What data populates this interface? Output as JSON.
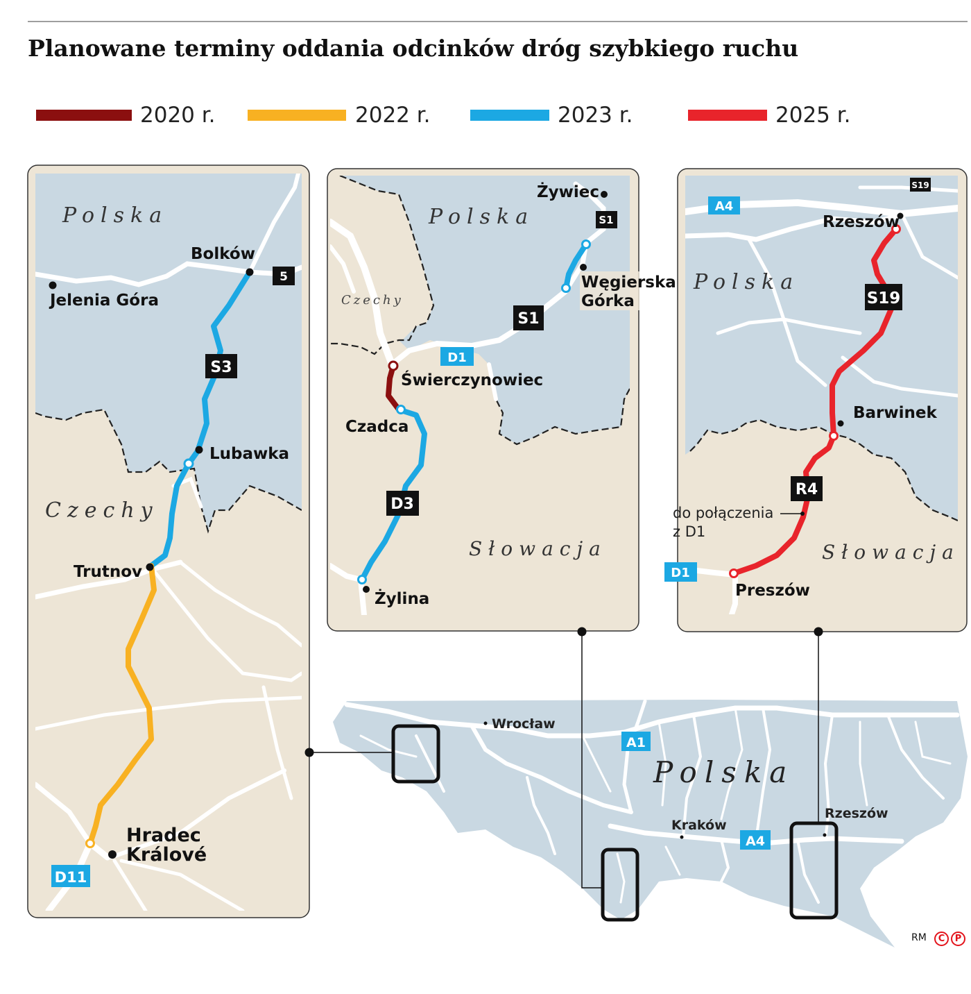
{
  "title": "Planowane terminy oddania odcinków dróg szybkiego ruchu",
  "legend": [
    {
      "label": "2020 r.",
      "color": "#8b0f0f"
    },
    {
      "label": "2022 r.",
      "color": "#f8b122"
    },
    {
      "label": "2023 r.",
      "color": "#1ca8e3"
    },
    {
      "label": "2025 r.",
      "color": "#e8242b"
    }
  ],
  "colors": {
    "poland_fill": "#c9d8e2",
    "foreign_fill": "#ede5d6",
    "road": "#ffffff",
    "badge_dark": "#111111",
    "badge_blue": "#1ca8e3"
  },
  "panel_left": {
    "country_poland": "Polska",
    "country_czech": "Czechy",
    "cities": {
      "bolkow": "Bolków",
      "jelenia_gora": "Jelenia Góra",
      "lubawka": "Lubawka",
      "trutnov": "Trutnov",
      "hradec_1": "Hradec",
      "hradec_2": "Králové"
    },
    "badges": {
      "s3": "S3",
      "r5": "5",
      "d11": "D11"
    }
  },
  "panel_middle": {
    "country_poland": "Polska",
    "country_czech": "Czechy",
    "country_slovakia": "Słowacja",
    "cities": {
      "zywiec": "Żywiec",
      "wegierska_1": "Węgierska",
      "wegierska_2": "Górka",
      "swierczynowiec": "Świerczynowiec",
      "czadca": "Czadca",
      "zylina": "Żylina"
    },
    "badges": {
      "s1_small": "S1",
      "s1": "S1",
      "d1": "D1",
      "d3": "D3"
    }
  },
  "panel_right": {
    "country_poland": "Polska",
    "country_slovakia": "Słowacja",
    "cities": {
      "rzeszow": "Rzeszów",
      "barwinek": "Barwinek",
      "preszow": "Preszów"
    },
    "note_1": "do połączenia",
    "note_2": "z D1",
    "badges": {
      "a4": "A4",
      "s19_small": "S19",
      "s19": "S19",
      "r4": "R4",
      "d1": "D1"
    }
  },
  "overview": {
    "country": "Polska",
    "cities": {
      "wroclaw": "Wrocław",
      "krakow": "Kraków",
      "rzeszow": "Rzeszów"
    },
    "badges": {
      "a1": "A1",
      "a4": "A4"
    }
  },
  "credit": "RM",
  "credit_marks": [
    "C",
    "P"
  ]
}
